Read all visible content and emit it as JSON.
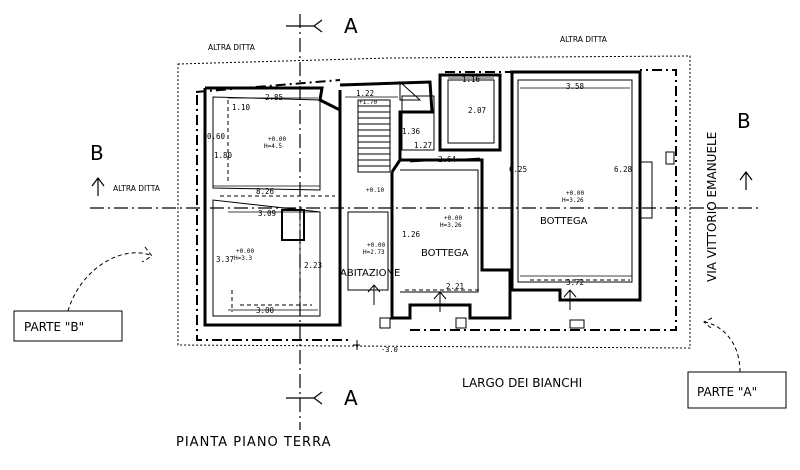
{
  "title": "PIANTA PIANO TERRA",
  "section_a": "A",
  "section_b": "B",
  "neighbors": {
    "top_left": "ALTRA DITTA",
    "top_right": "ALTRA DITTA",
    "left": "ALTRA DITTA"
  },
  "street_right": "VIA VITTORIO EMANUELE",
  "street_bottom": "LARGO DEI BIANCHI",
  "parts": {
    "b": "PARTE \"B\"",
    "a": "PARTE \"A\""
  },
  "rooms": {
    "abitazione": "ABITAZIONE",
    "bottega_mid": "BOTTEGA",
    "bottega_right": "BOTTEGA"
  },
  "dimensions": {
    "d1": "2.85",
    "d2": "1.22",
    "d3": "1.16",
    "d4": "3.58",
    "d5": "1.10",
    "d6": "0.60",
    "d7": "1.80",
    "d8": "8.26",
    "d9": "3.09",
    "d10": "3.37",
    "d11": "3.00",
    "d12": "2.23",
    "d13": "1.36",
    "d14": "1.27",
    "d15": "2.07",
    "d16": "2.64",
    "d17": "6.25",
    "d18": "6.28",
    "d19": "1.26",
    "d20": "2.21",
    "d21": "3.72",
    "d22": "+0.10"
  },
  "levels": {
    "l1": "+0.00",
    "l1h": "H=4.5",
    "l2": "+0.00",
    "l2h": "H=3.3",
    "l3": "+0.00",
    "l3h": "H=2.73",
    "l4": "+0.00",
    "l4h": "H=3.26",
    "l5": "+0.00",
    "l5h": "H=3.26",
    "l6": "+1.70",
    "l7": "-3.0"
  }
}
